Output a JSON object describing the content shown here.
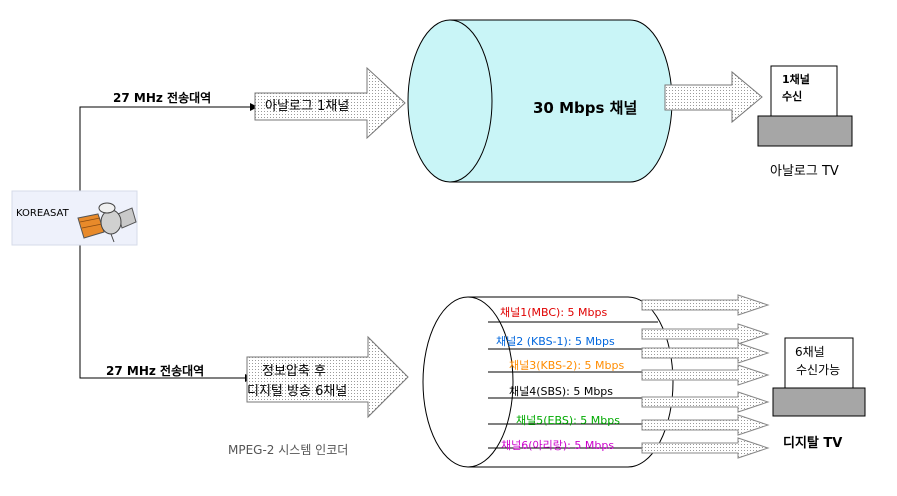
{
  "source": {
    "label": "KOREASAT",
    "icon": "satellite-icon"
  },
  "analog_path": {
    "band_label": "27 MHz 전송대역",
    "arrow_label": "아날로그 1채널",
    "channel_label": "30 Mbps 채널",
    "receiver_screen": [
      "1채널",
      "수신"
    ],
    "receiver_label": "아날로그 TV",
    "cylinder_color": "#c9f5f7"
  },
  "digital_path": {
    "band_label": "27 MHz 전송대역",
    "arrow_label": [
      "정보압축 후",
      "디지털 방송 6채널"
    ],
    "encoder_label": "MPEG-2 시스템 인코더",
    "channels": [
      {
        "label": "채널1(MBC): 5 Mbps",
        "color": "#e00000"
      },
      {
        "label": "채널2 (KBS-1): 5 Mbps",
        "color": "#0066dd"
      },
      {
        "label": "채널3(KBS-2): 5 Mbps",
        "color": "#ff8c00"
      },
      {
        "label": "채널4(SBS): 5 Mbps",
        "color": "#000000"
      },
      {
        "label": "채널5(EBS): 5 Mbps",
        "color": "#00aa00"
      },
      {
        "label": "채널6(아리랑): 5 Mbps",
        "color": "#cc00cc"
      }
    ],
    "receiver_screen": [
      "6채널",
      "수신가능"
    ],
    "receiver_label": "디지탈 TV"
  }
}
